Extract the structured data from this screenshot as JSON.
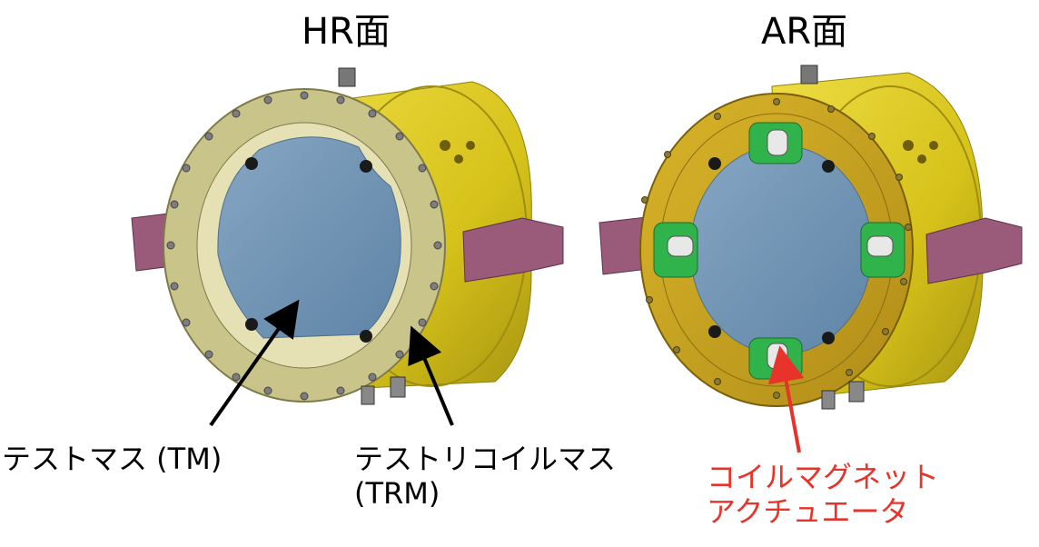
{
  "titles": {
    "hr": "HR面",
    "ar": "AR面"
  },
  "labels": {
    "tm": "テストマス (TM)",
    "trm_line1": "テストリコイルマス",
    "trm_line2": "(TRM)",
    "coil_line1": "コイルマグネット",
    "coil_line2": "アクチュエータ"
  },
  "colors": {
    "yellow_body": "#d6c21a",
    "olive_ring": "#c9c48a",
    "mirror": "#6f93b3",
    "bracket": "#9a5a7a",
    "coil_green": "#2fb34a",
    "arrow_black": "#000000",
    "arrow_red": "#e8332a",
    "label_red": "#e8332a"
  }
}
